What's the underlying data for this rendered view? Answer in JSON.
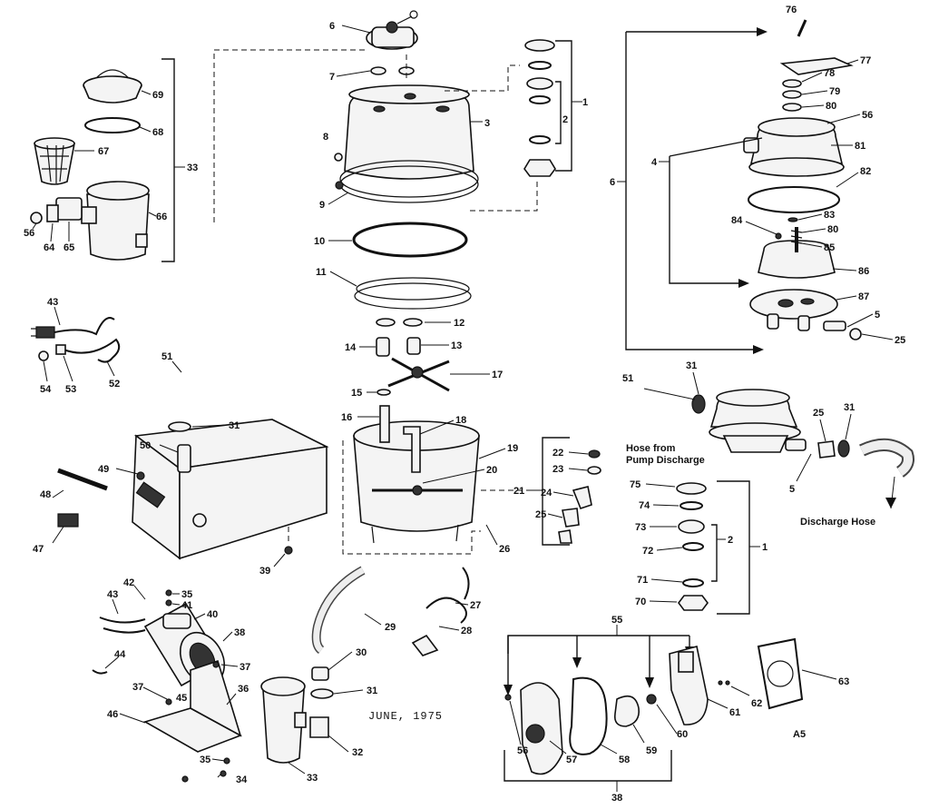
{
  "labels": {
    "p1": "1",
    "p2": "2",
    "p3": "3",
    "p4": "4",
    "p5": "5",
    "p6": "6",
    "p7": "7",
    "p8": "8",
    "p9": "9",
    "p10": "10",
    "p11": "11",
    "p12": "12",
    "p13": "13",
    "p14": "14",
    "p15": "15",
    "p16": "16",
    "p17": "17",
    "p18": "18",
    "p19": "19",
    "p20": "20",
    "p21": "21",
    "p22": "22",
    "p23": "23",
    "p24": "24",
    "p25": "25",
    "p26": "26",
    "p27": "27",
    "p28": "28",
    "p29": "29",
    "p30": "30",
    "p31": "31",
    "p32": "32",
    "p33": "33",
    "p34": "34",
    "p35": "35",
    "p36": "36",
    "p37": "37",
    "p38": "38",
    "p39": "39",
    "p40": "40",
    "p41": "41",
    "p42": "42",
    "p43": "43",
    "p44": "44",
    "p45": "45",
    "p46": "46",
    "p47": "47",
    "p48": "48",
    "p49": "49",
    "p50": "50",
    "p51": "51",
    "p52": "52",
    "p53": "53",
    "p54": "54",
    "p55": "55",
    "p56": "56",
    "p57": "57",
    "p58": "58",
    "p59": "59",
    "p60": "60",
    "p61": "61",
    "p62": "62",
    "p63": "63",
    "p64": "64",
    "p65": "65",
    "p66": "66",
    "p67": "67",
    "p68": "68",
    "p69": "69",
    "p70": "70",
    "p71": "71",
    "p72": "72",
    "p73": "73",
    "p74": "74",
    "p75": "75",
    "p76": "76",
    "p77": "77",
    "p78": "78",
    "p79": "79",
    "p80": "80",
    "p81": "81",
    "p82": "82",
    "p83": "83",
    "p84": "84",
    "p85": "85",
    "p86": "86",
    "p87": "87"
  },
  "captions": {
    "hose_from_pump_line1": "Hose from",
    "hose_from_pump_line2": "Pump Discharge",
    "discharge_hose": "Discharge Hose",
    "date": "JUNE, 1975",
    "page_code": "A5"
  },
  "colors": {
    "ink": "#111111",
    "paper": "#ffffff",
    "part_fill": "#f4f4f4"
  }
}
